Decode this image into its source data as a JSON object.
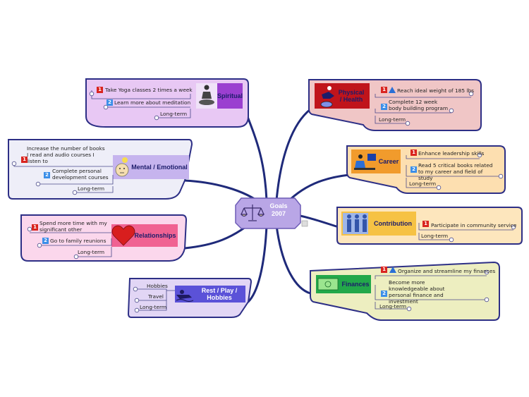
{
  "central": {
    "title_line1": "Goals",
    "title_line2": "2007"
  },
  "branches": {
    "spiritual": {
      "title": "Spiritual",
      "items": [
        "Take Yoga classes 2 times a week",
        "Learn more about meditation",
        "Long-term"
      ]
    },
    "mental": {
      "title": "Mental / Emotional",
      "items": [
        "Increase the number of books I read and audio courses I listen to",
        "Complete personal development courses",
        "Long-term"
      ]
    },
    "relationships": {
      "title": "Relationships",
      "items": [
        "Spend more time with my significant other",
        "Go to family reunions",
        "Long-term"
      ]
    },
    "rest": {
      "title": "Rest / Play / Hobbies",
      "items": [
        "Hobbies",
        "Travel",
        "Long-term"
      ]
    },
    "physical": {
      "title_line1": "Physical",
      "title_line2": "/ Health",
      "items": [
        "Reach ideal weight of 185 lbs",
        "Complete 12 week body building program",
        "Long-term"
      ]
    },
    "career": {
      "title": "Career",
      "items": [
        "Enhance leadership skills",
        "Read 5 critical books related to my career and field of study",
        "Long-term"
      ]
    },
    "contribution": {
      "title": "Contribution",
      "items": [
        "Participate in community service",
        "Long-term"
      ]
    },
    "finances": {
      "title": "Finances",
      "items": [
        "Organize and streamline my finances",
        "Become more knowledgeable about personal finance and investment",
        "Long-term"
      ]
    }
  },
  "badges": {
    "one": "1",
    "two": "2"
  },
  "colors": {
    "connector": "#1f2a7a",
    "spiritual": "#e8c8f4",
    "mental": "#eeeef8",
    "relationships": "#fbd7ec",
    "rest": "#e2d6f5",
    "physical": "#f0c6c6",
    "career": "#fddfb0",
    "contribution": "#fde6bd",
    "finances": "#edeec0"
  },
  "icons": [
    "scales-icon",
    "meditation-icon",
    "thinking-face-icon",
    "heart-icon",
    "swimmer-icon",
    "hurdler-icon",
    "computer-worker-icon",
    "people-icon",
    "money-icon",
    "priority-up-icon",
    "expand-icon"
  ]
}
